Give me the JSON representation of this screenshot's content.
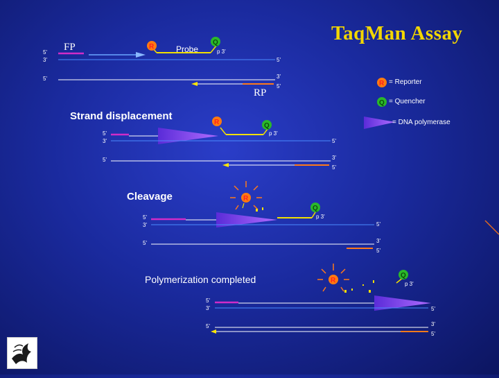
{
  "title": "TaqMan Assay",
  "labels": {
    "fp": "FP",
    "probe": "Probe",
    "rp": "RP",
    "p3": "p 3'",
    "five": "5'",
    "three": "3'"
  },
  "sections": {
    "strand": "Strand displacement",
    "cleavage": "Cleavage",
    "completed": "Polymerization completed"
  },
  "legend": {
    "reporter_symbol": "R",
    "reporter_text": "= Reporter",
    "quencher_symbol": "Q",
    "quencher_text": "= Quencher",
    "polymerase_text": "= DNA polymerase"
  },
  "colors": {
    "background": "#1a2a9e",
    "title": "#f2d600",
    "primer_fp": "#d02cc8",
    "primer_rp": "#ff7a1a",
    "reporter": "#ff7a10",
    "quencher": "#2ab82a",
    "strand": "#ffffff",
    "template": "#4a8cff",
    "probe": "#f2e000",
    "polymerase": "#8a4dff"
  },
  "logo": {
    "icon": "hhs-eagle-logo"
  }
}
